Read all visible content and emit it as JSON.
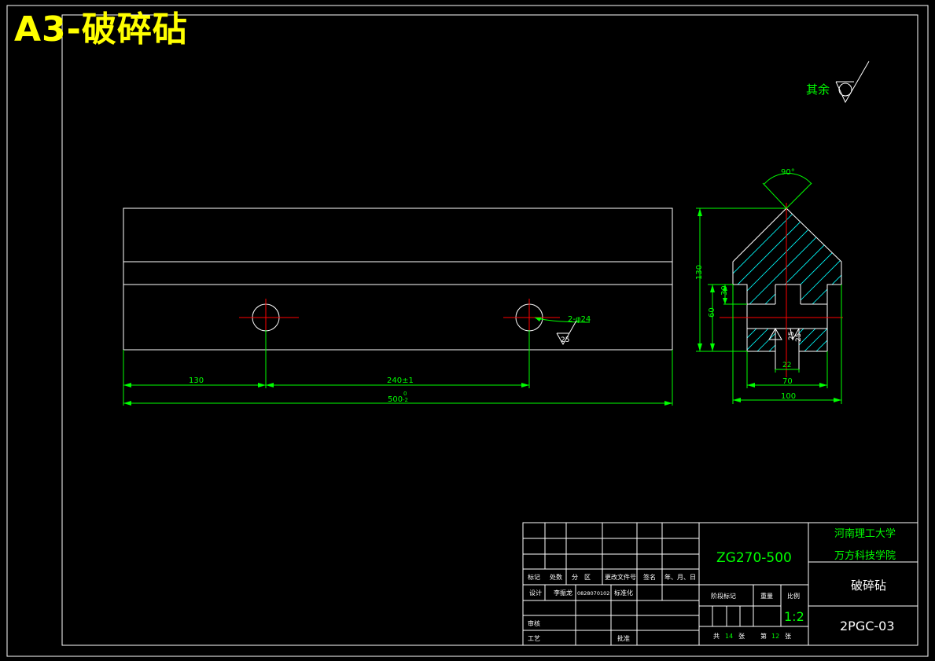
{
  "title": "A3-破碎砧",
  "roughness": {
    "label": "其余"
  },
  "dims": {
    "d130": "130",
    "d240": "240±1",
    "d500": "500",
    "d500_tol_upper": "0",
    "d500_tol_lower": "-2",
    "hole": "2-φ24",
    "hole_rough": "25",
    "angle": "90°",
    "h130": "130",
    "h60": "60",
    "h30": "30",
    "r25a": "25",
    "r25b": "25",
    "w22": "22",
    "w70": "70",
    "w100": "100"
  },
  "title_block": {
    "biaoji": "标记",
    "chushu": "处数",
    "fenqu": "分　区",
    "genggai": "更改文件号",
    "qianming": "签名",
    "nianyueri": "年、月、日",
    "sheji": "设计",
    "designer": "李振龙",
    "designer_id": "0828070102",
    "biaozhunhua": "标准化",
    "shenhe": "审核",
    "gongyi": "工艺",
    "pizhun": "批准",
    "material": "ZG270-500",
    "jieduan": "阶段标记",
    "zhongliang": "重量",
    "bili": "比例",
    "scale": "1:2",
    "gong": "共",
    "total": "14",
    "zhang": "张",
    "di": "第",
    "sheet": "12",
    "zhang2": "张",
    "school1": "河南理工大学",
    "school2": "万方科技学院",
    "part_name": "破碎砧",
    "drawing_no": "2PGC-03"
  },
  "colors": {
    "line": "#ffffff",
    "dimension": "#00ff00",
    "center": "#ff0000",
    "hatch": "#00ffff",
    "title": "#ffff00"
  }
}
